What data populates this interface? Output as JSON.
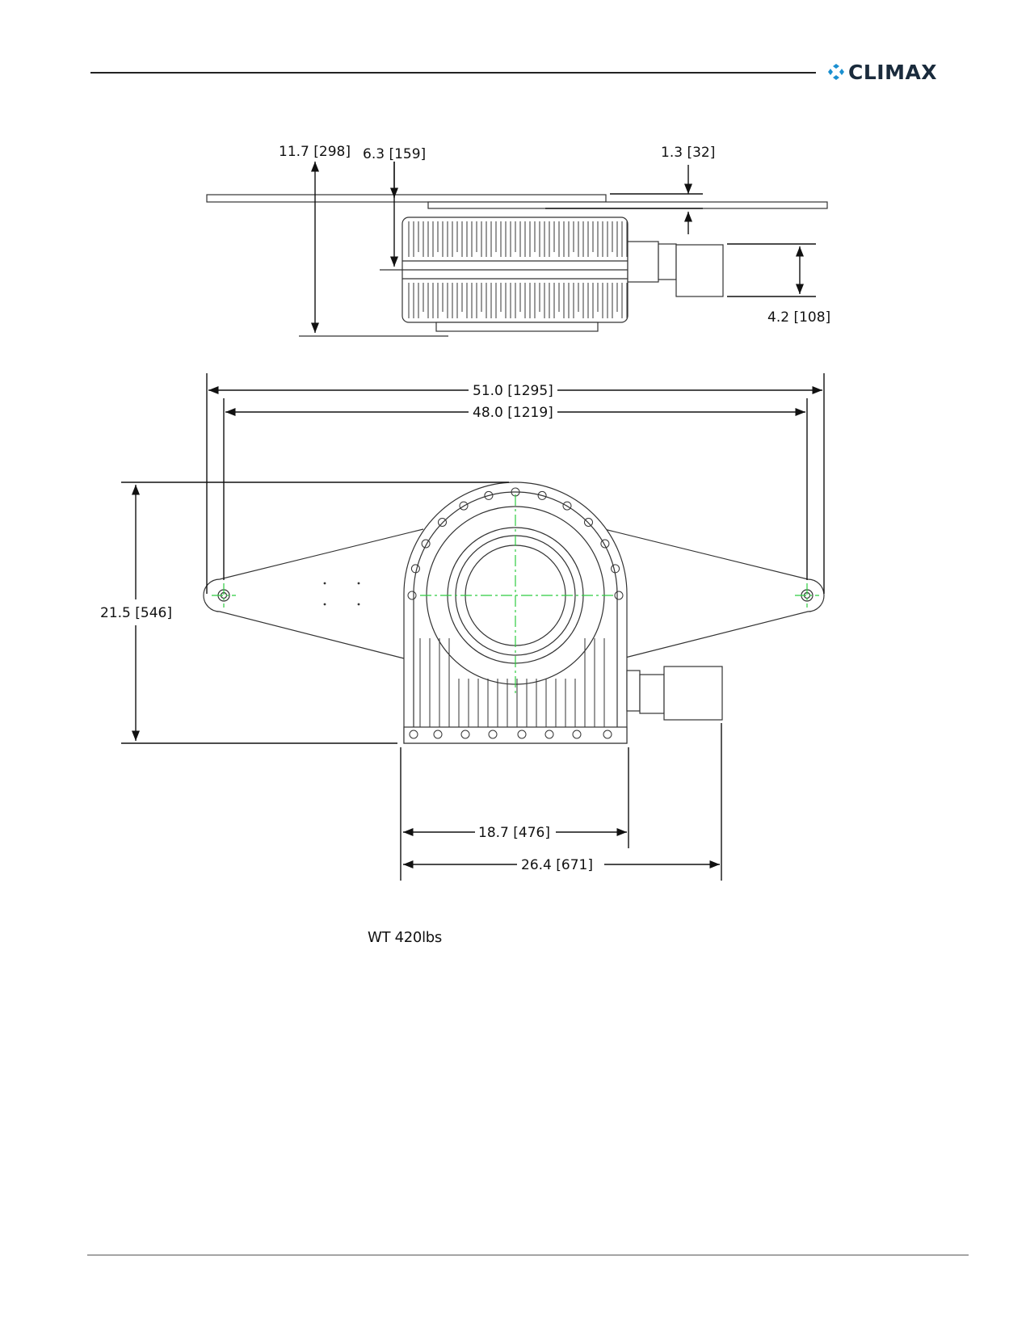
{
  "brand": {
    "name": "CLIMAX",
    "logo_icon": "climax-logo-mark-icon",
    "accent_color": "#1a8fd0",
    "text_color": "#1a2b3c"
  },
  "side_view": {
    "dim_overall_height": "11.7 [298]",
    "dim_center_height": "6.3 [159]",
    "dim_plate_offset": "1.3 [32]",
    "dim_motor_height": "4.2 [108]"
  },
  "top_view": {
    "dim_overall_width": "51.0 [1295]",
    "dim_pivot_spacing": "48.0 [1219]",
    "dim_depth": "21.5 [546]",
    "dim_body_width": "18.7 [476]",
    "dim_motor_width": "26.4 [671]"
  },
  "weight_note": "WT 420lbs",
  "colors": {
    "line": "#333333",
    "centerline": "#2ecc40"
  }
}
